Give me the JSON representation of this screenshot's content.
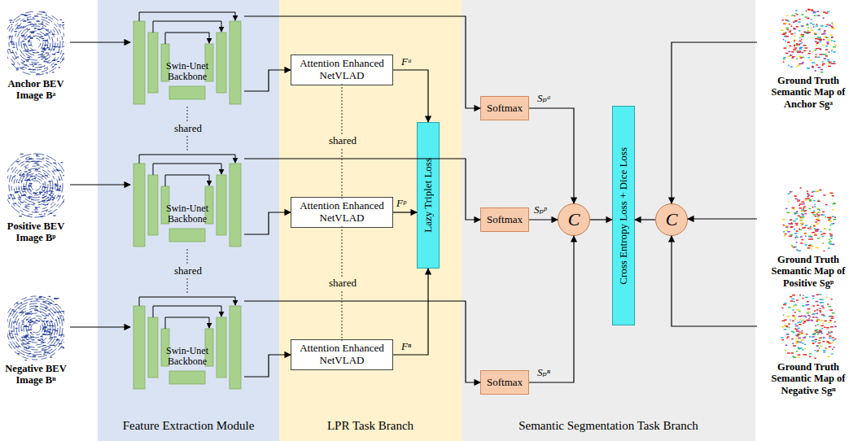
{
  "diagram": {
    "nodes": [
      {
        "text": [
          "Feature Extraction Module"
        ]
      },
      {
        "text": [
          "LPR Task Branch"
        ]
      },
      {
        "text": [
          "Semantic Segmentation Task Branch"
        ]
      },
      {
        "text": [
          "Anchor BEV Image Bᵃ"
        ]
      },
      {
        "text": [
          "Positive BEV Image Bᵖ"
        ]
      },
      {
        "text": [
          "Negative BEV Image Bⁿ"
        ]
      },
      {
        "text": [
          "Swin-Unet Backbone"
        ],
        "in": 0
      },
      {
        "text": [
          "Swin-Unet Backbone"
        ],
        "in": 0
      },
      {
        "text": [
          "Swin-Unet Backbone"
        ],
        "in": 0
      },
      {
        "text": [
          "Attention Enhanced NetVLAD"
        ],
        "in": 1
      },
      {
        "text": [
          "Attention Enhanced NetVLAD"
        ],
        "in": 1
      },
      {
        "text": [
          "Attention Enhanced NetVLAD"
        ],
        "in": 1
      },
      {
        "text": [
          "Lazy Triplet Loss"
        ],
        "in": 1
      },
      {
        "text": [
          "Softmax"
        ],
        "in": 2
      },
      {
        "text": [
          "Softmax"
        ],
        "in": 2
      },
      {
        "text": [
          "Softmax"
        ],
        "in": 2
      },
      {
        "text": [
          "C"
        ],
        "in": 2
      },
      {
        "text": [
          "Cross Entropy Loss + Dice Loss"
        ],
        "in": 2
      },
      {
        "text": [
          "C"
        ],
        "in": 2
      },
      {
        "text": [
          "Ground Truth Semantic Map of Anchor Sgᵃ"
        ]
      },
      {
        "text": [
          "Ground Truth Semantic Map of Positive Sgᵖ"
        ]
      },
      {
        "text": [
          "Ground Truth Semantic Map of Negative Sgⁿ"
        ]
      }
    ],
    "edges": [
      {
        "from": 3,
        "to": 6,
        "arrow": "to"
      },
      {
        "from": 4,
        "to": 7,
        "arrow": "to"
      },
      {
        "from": 5,
        "to": 8,
        "arrow": "to"
      },
      {
        "from": 6,
        "to": 9,
        "arrow": "to"
      },
      {
        "from": 7,
        "to": 10,
        "arrow": "to"
      },
      {
        "from": 8,
        "to": 11,
        "arrow": "to"
      },
      {
        "from": 6,
        "to": 13,
        "arrow": "to"
      },
      {
        "from": 7,
        "to": 14,
        "arrow": "to"
      },
      {
        "from": 8,
        "to": 15,
        "arrow": "to"
      },
      {
        "from": 9,
        "to": 12,
        "label": "Fᵃ",
        "arrow": "to"
      },
      {
        "from": 10,
        "to": 12,
        "label": "Fᵖ",
        "arrow": "to"
      },
      {
        "from": 11,
        "to": 12,
        "label": "Fⁿ",
        "arrow": "to"
      },
      {
        "from": 13,
        "to": 16,
        "label": "Sₚᵃ",
        "arrow": "to"
      },
      {
        "from": 14,
        "to": 16,
        "label": "Sₚᵖ",
        "arrow": "to"
      },
      {
        "from": 15,
        "to": 16,
        "label": "Sₚⁿ",
        "arrow": "to"
      },
      {
        "from": 16,
        "to": 17,
        "arrow": "to"
      },
      {
        "from": 18,
        "to": 17,
        "arrow": "to"
      },
      {
        "from": 19,
        "to": 18,
        "arrow": "to"
      },
      {
        "from": 20,
        "to": 18,
        "arrow": "to"
      },
      {
        "from": 21,
        "to": 18,
        "arrow": "to"
      }
    ],
    "labels": [
      "shared",
      "shared",
      "shared",
      "shared"
    ]
  }
}
